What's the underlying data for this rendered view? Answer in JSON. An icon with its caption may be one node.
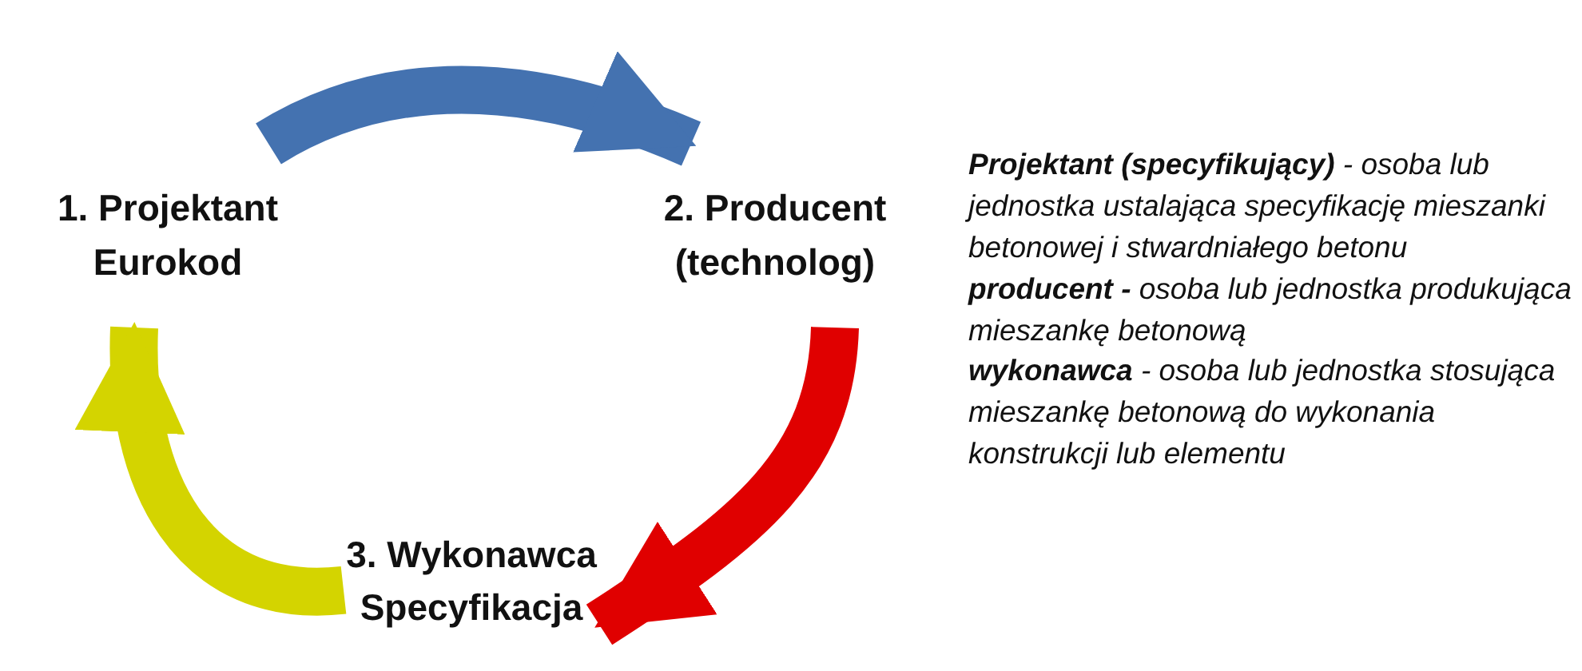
{
  "diagram": {
    "nodes": [
      {
        "text": [
          "1. Projektant Eurokod"
        ]
      },
      {
        "text": [
          "2. Producent (technolog)"
        ]
      },
      {
        "text": [
          "3. Wykonawca Specyfikacja"
        ]
      }
    ],
    "edges": [
      {
        "from": 0,
        "to": 1,
        "arrow": "to",
        "color": "#4472b0"
      },
      {
        "from": 1,
        "to": 2,
        "arrow": "to",
        "color": "#e00000"
      },
      {
        "from": 2,
        "to": 0,
        "arrow": "to",
        "color": "#d4d400"
      }
    ],
    "labels": [
      "**Projektant (specyfikujący)** - osoba lub jednostka ustalająca specyfikację mieszanki betonowej i stwardniałego betonu",
      "**producent -** osoba lub jednostka produkująca mieszankę betonową",
      "**wykonawca** - osoba lub jednostka stosująca mieszankę betonową do wykonania konstrukcji lub elementu"
    ]
  }
}
